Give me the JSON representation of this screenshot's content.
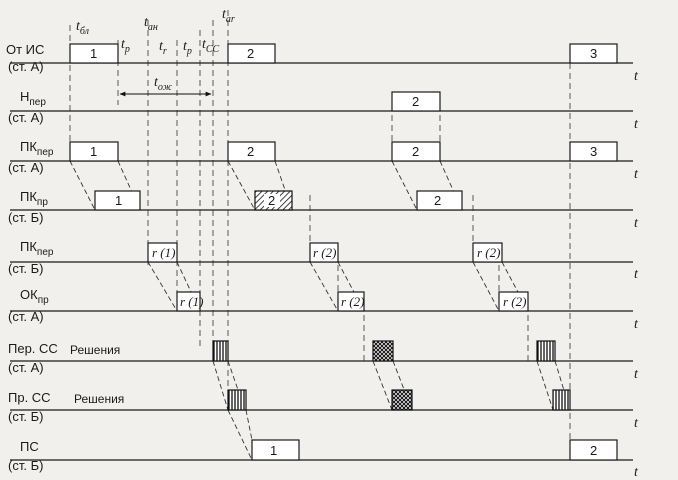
{
  "rows": [
    {
      "id": "ot-is",
      "label": "От ИС",
      "sub": "",
      "station": "(ст. А)"
    },
    {
      "id": "n-per",
      "label": "Н",
      "sub": "пер",
      "station": "(ст. А)"
    },
    {
      "id": "pk-per-a",
      "label": "ПК",
      "sub": "пер",
      "station": "(ст. А)"
    },
    {
      "id": "pk-pr-b",
      "label": "ПК",
      "sub": "пр",
      "station": "(ст. Б)"
    },
    {
      "id": "pk-per-b",
      "label": "ПК",
      "sub": "пер",
      "station": "(ст. Б)"
    },
    {
      "id": "ok-pr-a",
      "label": "ОК",
      "sub": "пр",
      "station": "(ст. А)"
    },
    {
      "id": "per-ss-a",
      "label": "Пер. СС",
      "sub": "",
      "station": "(ст. А)"
    },
    {
      "id": "pr-ss-b",
      "label": "Пр. СС",
      "sub": "",
      "station": "(ст. Б)"
    },
    {
      "id": "ps-b",
      "label": "ПС",
      "sub": "",
      "station": "(ст. Б)"
    }
  ],
  "axis_label": "t",
  "timing": {
    "t_bl": {
      "main": "t",
      "sub": "бл"
    },
    "t_p1": {
      "main": "t",
      "sub": "р"
    },
    "t_an": {
      "main": "t",
      "sub": "ан"
    },
    "t_r": {
      "main": "t",
      "sub": "r"
    },
    "t_p2": {
      "main": "t",
      "sub": "р"
    },
    "t_ss": {
      "main": "t",
      "sub": "СС"
    },
    "t_ar": {
      "main": "t",
      "sub": "ar"
    },
    "t_ozh": {
      "main": "t",
      "sub": "ож"
    }
  },
  "blocks": {
    "ot_is": [
      "1",
      "2",
      "3"
    ],
    "n_per": [
      "2"
    ],
    "pk_per_a": [
      "1",
      "2",
      "2",
      "3"
    ],
    "pk_pr_b": [
      "1",
      "2",
      "2"
    ],
    "r_blocks_pk_per_b": [
      "r (1)",
      "r (2)",
      "r (2)"
    ],
    "r_blocks_ok_pr_a": [
      "r (1)",
      "r (2)",
      "r (2)"
    ],
    "ps_b": [
      "1",
      "2"
    ]
  },
  "decisions": {
    "per_ss": "Решения",
    "pr_ss": "Решения"
  }
}
